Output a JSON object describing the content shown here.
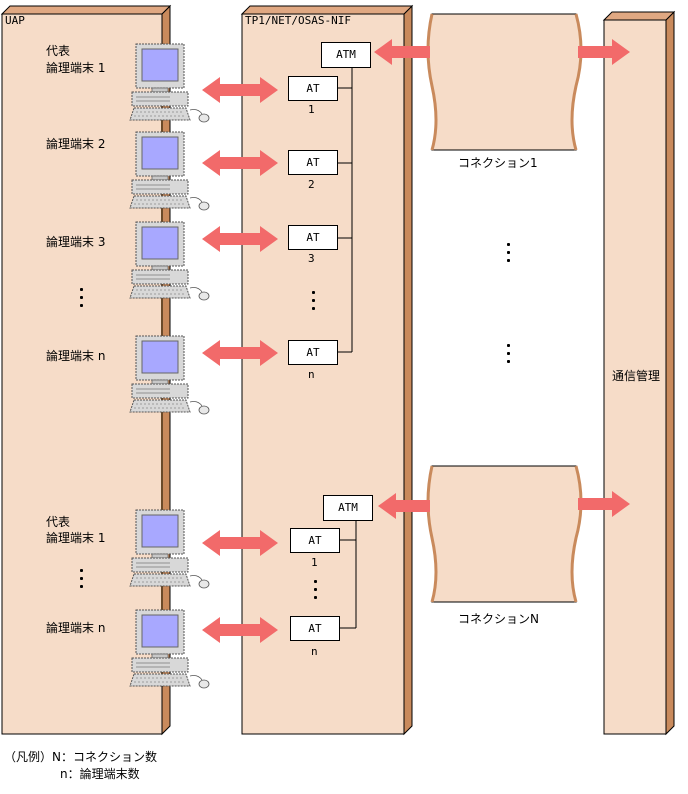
{
  "panels": {
    "uap": "UAP",
    "nif": "TP1/NET/OSAS-NIF",
    "comm_mgmt": "通信管理"
  },
  "group1": {
    "terminals": [
      {
        "line1": "代表",
        "line2": "論理端末 1"
      },
      {
        "line2": "論理端末 2"
      },
      {
        "line2": "論理端末 3"
      },
      {
        "line2": "論理端末 n"
      }
    ],
    "atm": "ATM",
    "ats": [
      {
        "label": "AT",
        "num": "1"
      },
      {
        "label": "AT",
        "num": "2"
      },
      {
        "label": "AT",
        "num": "3"
      },
      {
        "label": "AT",
        "num": "n"
      }
    ],
    "connection": "コネクション1"
  },
  "group2": {
    "terminals": [
      {
        "line1": "代表",
        "line2": "論理端末 1"
      },
      {
        "line2": "論理端末 n"
      }
    ],
    "atm": "ATM",
    "ats": [
      {
        "label": "AT",
        "num": "1"
      },
      {
        "label": "AT",
        "num": "n"
      }
    ],
    "connection": "コネクションN"
  },
  "legend": {
    "line1": "（凡例）N：コネクション数",
    "line2": "n：論理端末数"
  },
  "colors": {
    "panel": "#f6dcc8",
    "panel_side": "#c98a5c",
    "arrow": "#f26a6a",
    "terminal_screen": "#a8a8ff"
  }
}
